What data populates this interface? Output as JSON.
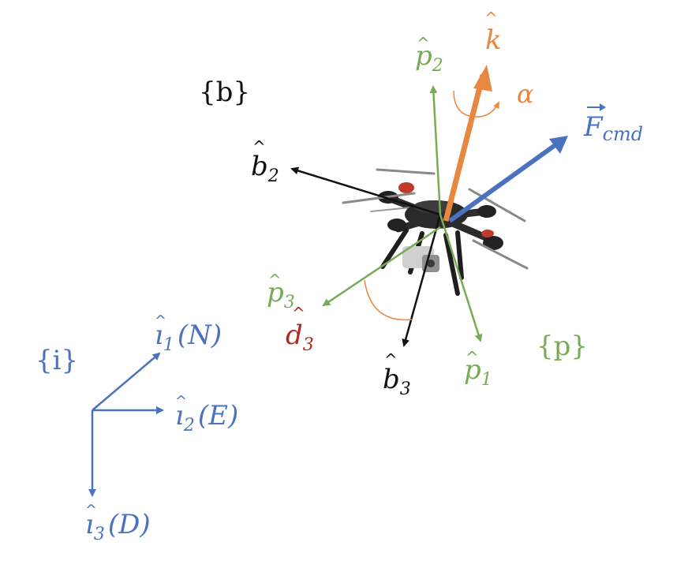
{
  "colors": {
    "black": "#111111",
    "green": "#77ac55",
    "orange": "#e8873f",
    "blue": "#4a72c0",
    "red": "#b3261e",
    "drone_body": "#2b2b2b",
    "drone_accent": "#c0392b"
  },
  "icons": {
    "drone": "quadcopter-drone-icon"
  },
  "frames": {
    "body": "{b}",
    "inertial": "{i}",
    "propeller": "{p}"
  },
  "labels": {
    "b2": {
      "base": "b",
      "sub": "2"
    },
    "b3": {
      "base": "b",
      "sub": "3"
    },
    "p1": {
      "base": "p",
      "sub": "1"
    },
    "p2": {
      "base": "p",
      "sub": "2"
    },
    "p3": {
      "base": "p",
      "sub": "3"
    },
    "d3": {
      "base": "d",
      "sub": "3"
    },
    "k": {
      "base": "k"
    },
    "alpha": "α",
    "fcmd": {
      "base": "F",
      "sub": "cmd"
    },
    "i1": {
      "base": "ı",
      "sub": "1",
      "suffix": "(N)"
    },
    "i2": {
      "base": "ı",
      "sub": "2",
      "suffix": "(E)"
    },
    "i3": {
      "base": "ı",
      "sub": "3",
      "suffix": "(D)"
    }
  }
}
